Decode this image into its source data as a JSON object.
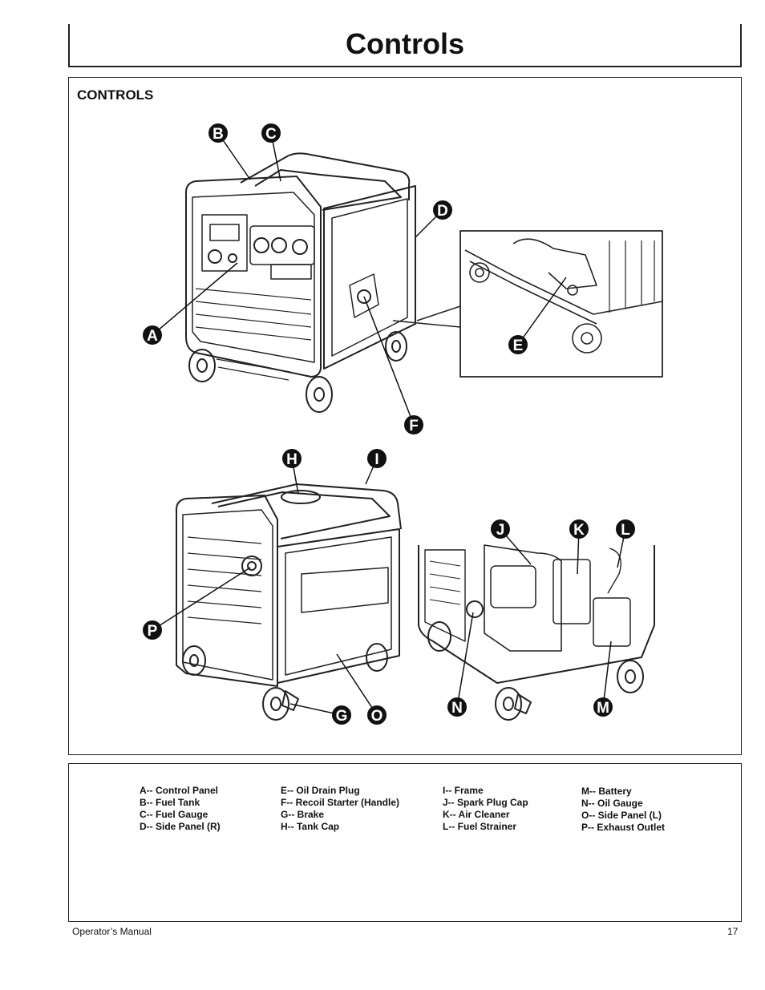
{
  "page": {
    "title": "Controls",
    "section_heading": "CONTROLS",
    "footer_left": "Operator’s Manual",
    "page_number": "17"
  },
  "callouts": [
    "A",
    "B",
    "C",
    "D",
    "E",
    "F",
    "G",
    "H",
    "I",
    "J",
    "K",
    "L",
    "M",
    "N",
    "O",
    "P"
  ],
  "legend": {
    "col1": [
      "A-- Control Panel",
      "B-- Fuel Tank",
      "C-- Fuel Gauge",
      "D-- Side Panel (R)"
    ],
    "col2": [
      "E-- Oil Drain Plug",
      "F-- Recoil Starter (Handle)",
      "G-- Brake",
      "H-- Tank Cap"
    ],
    "col3": [
      "I--  Frame",
      "J-- Spark Plug Cap",
      "K-- Air Cleaner",
      "L-- Fuel Strainer"
    ],
    "col4": [
      "M-- Battery",
      "N-- Oil Gauge",
      "O-- Side Panel (L)",
      "P-- Exhaust Outlet"
    ]
  }
}
